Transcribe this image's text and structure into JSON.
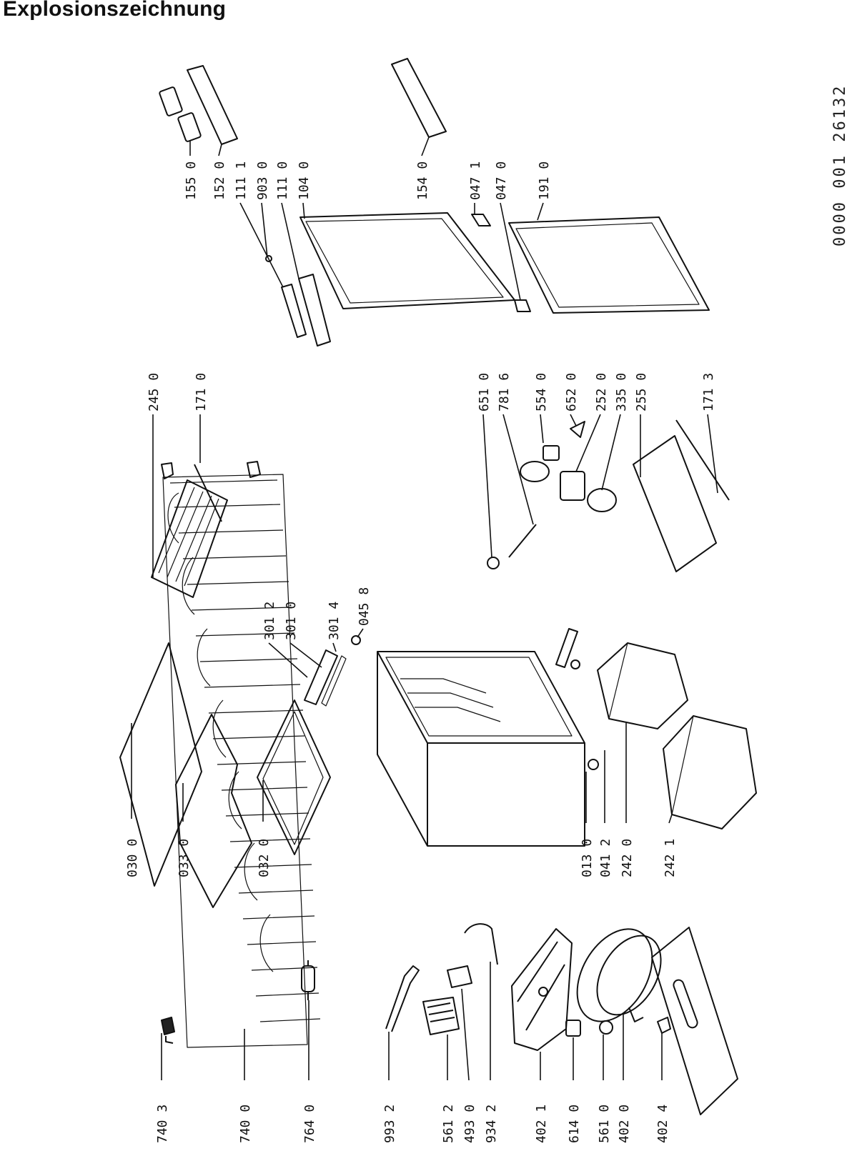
{
  "title": "Explosionszeichnung",
  "document_number": "0000 001 26132",
  "part_labels": {
    "p7403": "740 3",
    "p7400": "740 0",
    "p7640": "764 0",
    "p9932": "993 2",
    "p5612": "561 2",
    "p4930": "493 0",
    "p9342": "934 2",
    "p4021": "402 1",
    "p6140": "614 0",
    "p5610": "561 0",
    "p4020": "402 0",
    "p4024": "402 4",
    "p0300": "030 0",
    "p0330": "033 0",
    "p0320": "032 0",
    "p0130": "013 0",
    "p0412": "041 2",
    "p2420": "242 0",
    "p2421": "242 1",
    "p3012": "301 2",
    "p3010": "301 0",
    "p3014": "301 4",
    "p0458": "045 8",
    "p2450": "245 0",
    "p1710": "171 0",
    "p6510": "651 0",
    "p7816": "781 6",
    "p5540": "554 0",
    "p6520": "652 0",
    "p2520": "252 0",
    "p3350": "335 0",
    "p2550": "255 0",
    "p1713": "171 3",
    "p1550": "155 0",
    "p1520": "152 0",
    "p1111": "111 1",
    "p9030": "903 0",
    "p1110": "111 0",
    "p1040": "104 0",
    "p1540": "154 0",
    "p0471": "047 1",
    "p0470": "047 0",
    "p1910": "191 0"
  }
}
